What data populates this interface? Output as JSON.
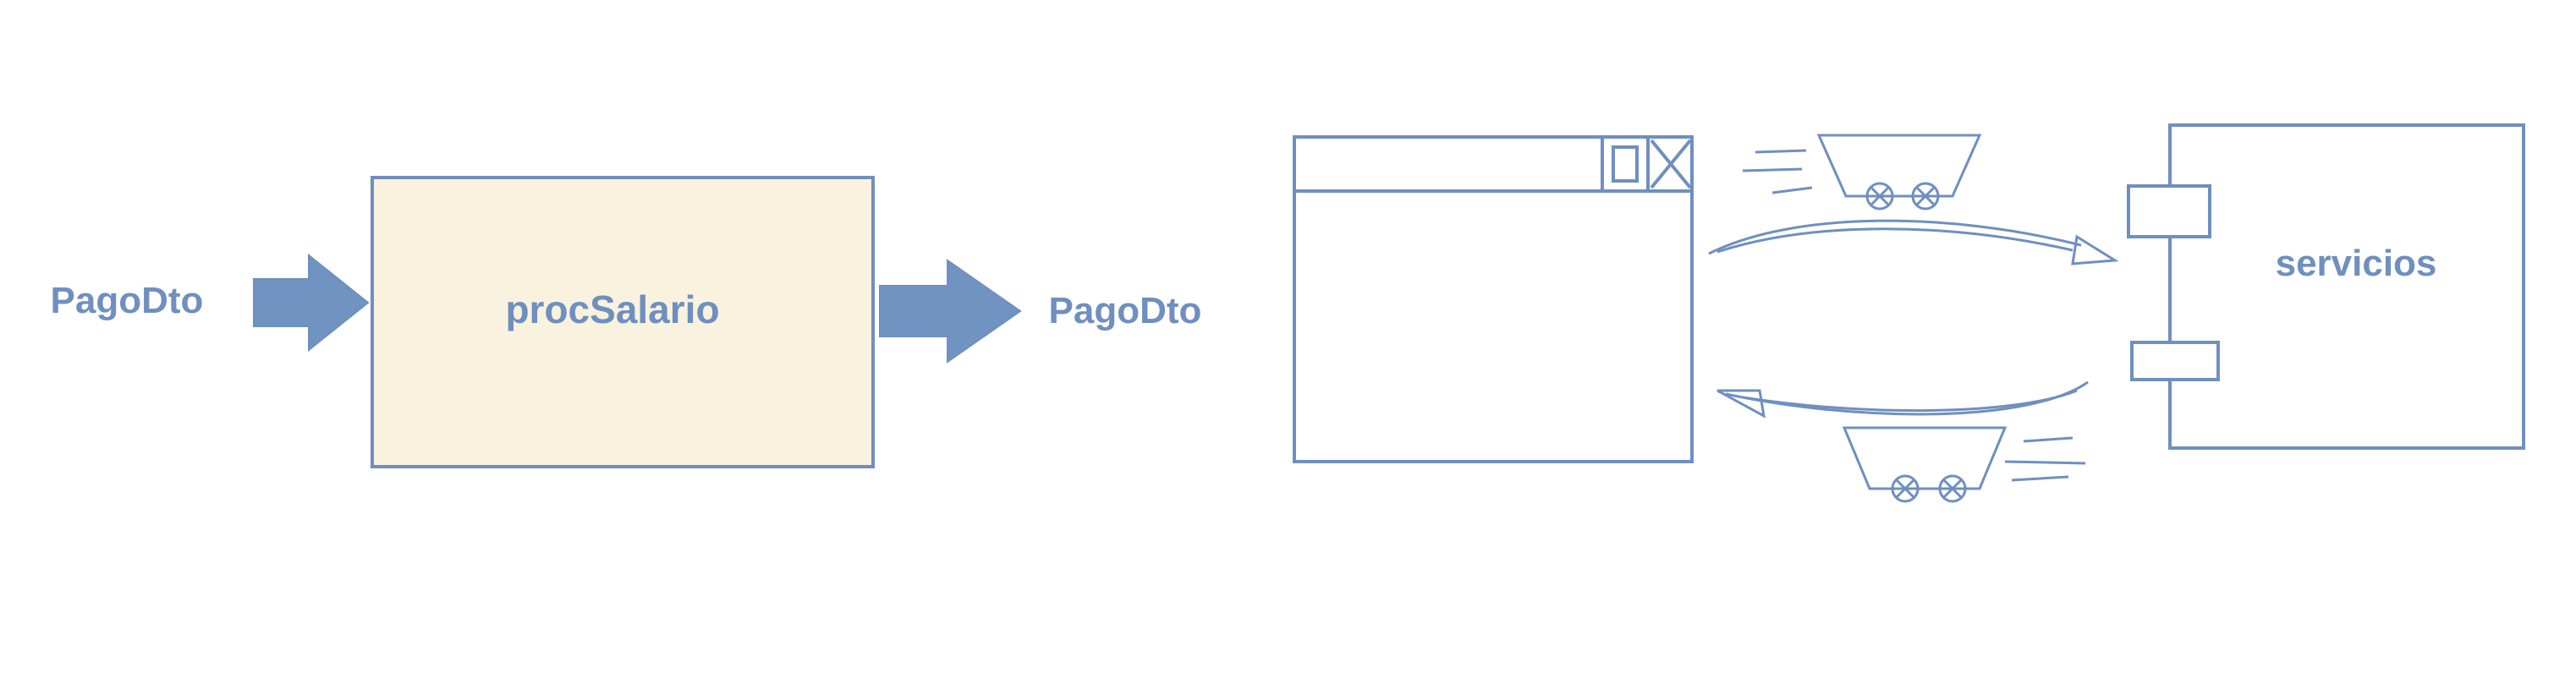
{
  "diagram": {
    "input_label": "PagoDto",
    "process_label": "procSalario",
    "output_label": "PagoDto",
    "service_label": "servicios"
  },
  "colors": {
    "stroke": "#6F8FBF",
    "arrow_fill": "#7093C2",
    "text": "#6F8FBF",
    "process_fill": "#F8F2DE",
    "background": "#FFFFFF"
  },
  "icons": {
    "window": "window-icon",
    "maximize": "maximize-icon",
    "close": "close-icon",
    "cart": "mine-cart-icon",
    "component": "component-box-icon"
  }
}
